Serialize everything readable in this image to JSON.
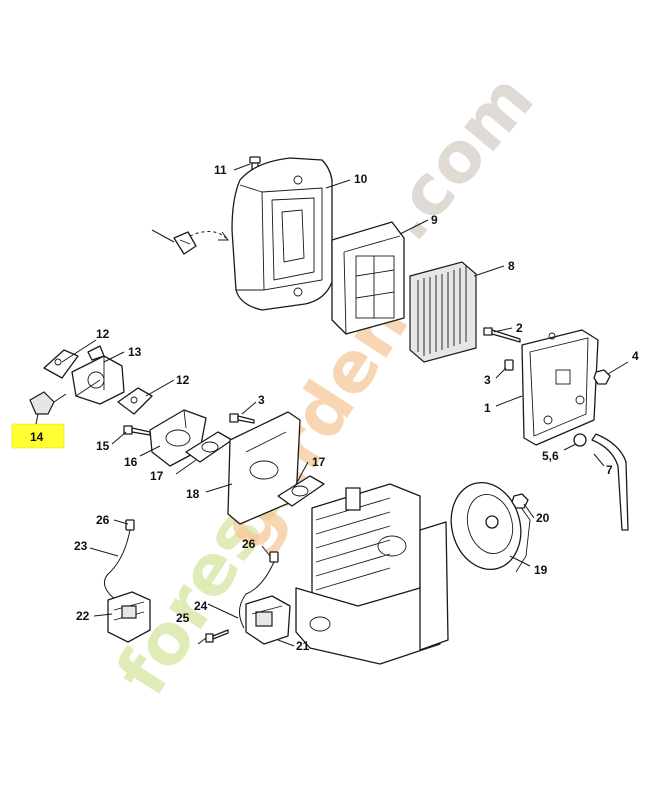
{
  "colors": {
    "highlight": "#ffff33",
    "watermark_green": "#d4e6a0",
    "watermark_orange": "#f6c79a",
    "watermark_grey": "#d9d4cc"
  },
  "watermark": {
    "part1": "forest",
    "part2": "garden",
    "part3": ".com"
  },
  "labels": {
    "l1": "1",
    "l2": "2",
    "l3a": "3",
    "l3b": "3",
    "l4": "4",
    "l56": "5,6",
    "l7": "7",
    "l8": "8",
    "l9": "9",
    "l10": "10",
    "l11": "11",
    "l12a": "12",
    "l12b": "12",
    "l13": "13",
    "l14": "14",
    "l15": "15",
    "l16": "16",
    "l17a": "17",
    "l17b": "17",
    "l18": "18",
    "l19": "19",
    "l20": "20",
    "l21": "21",
    "l22": "22",
    "l23": "23",
    "l24": "24",
    "l25": "25",
    "l26a": "26",
    "l26b": "26"
  }
}
